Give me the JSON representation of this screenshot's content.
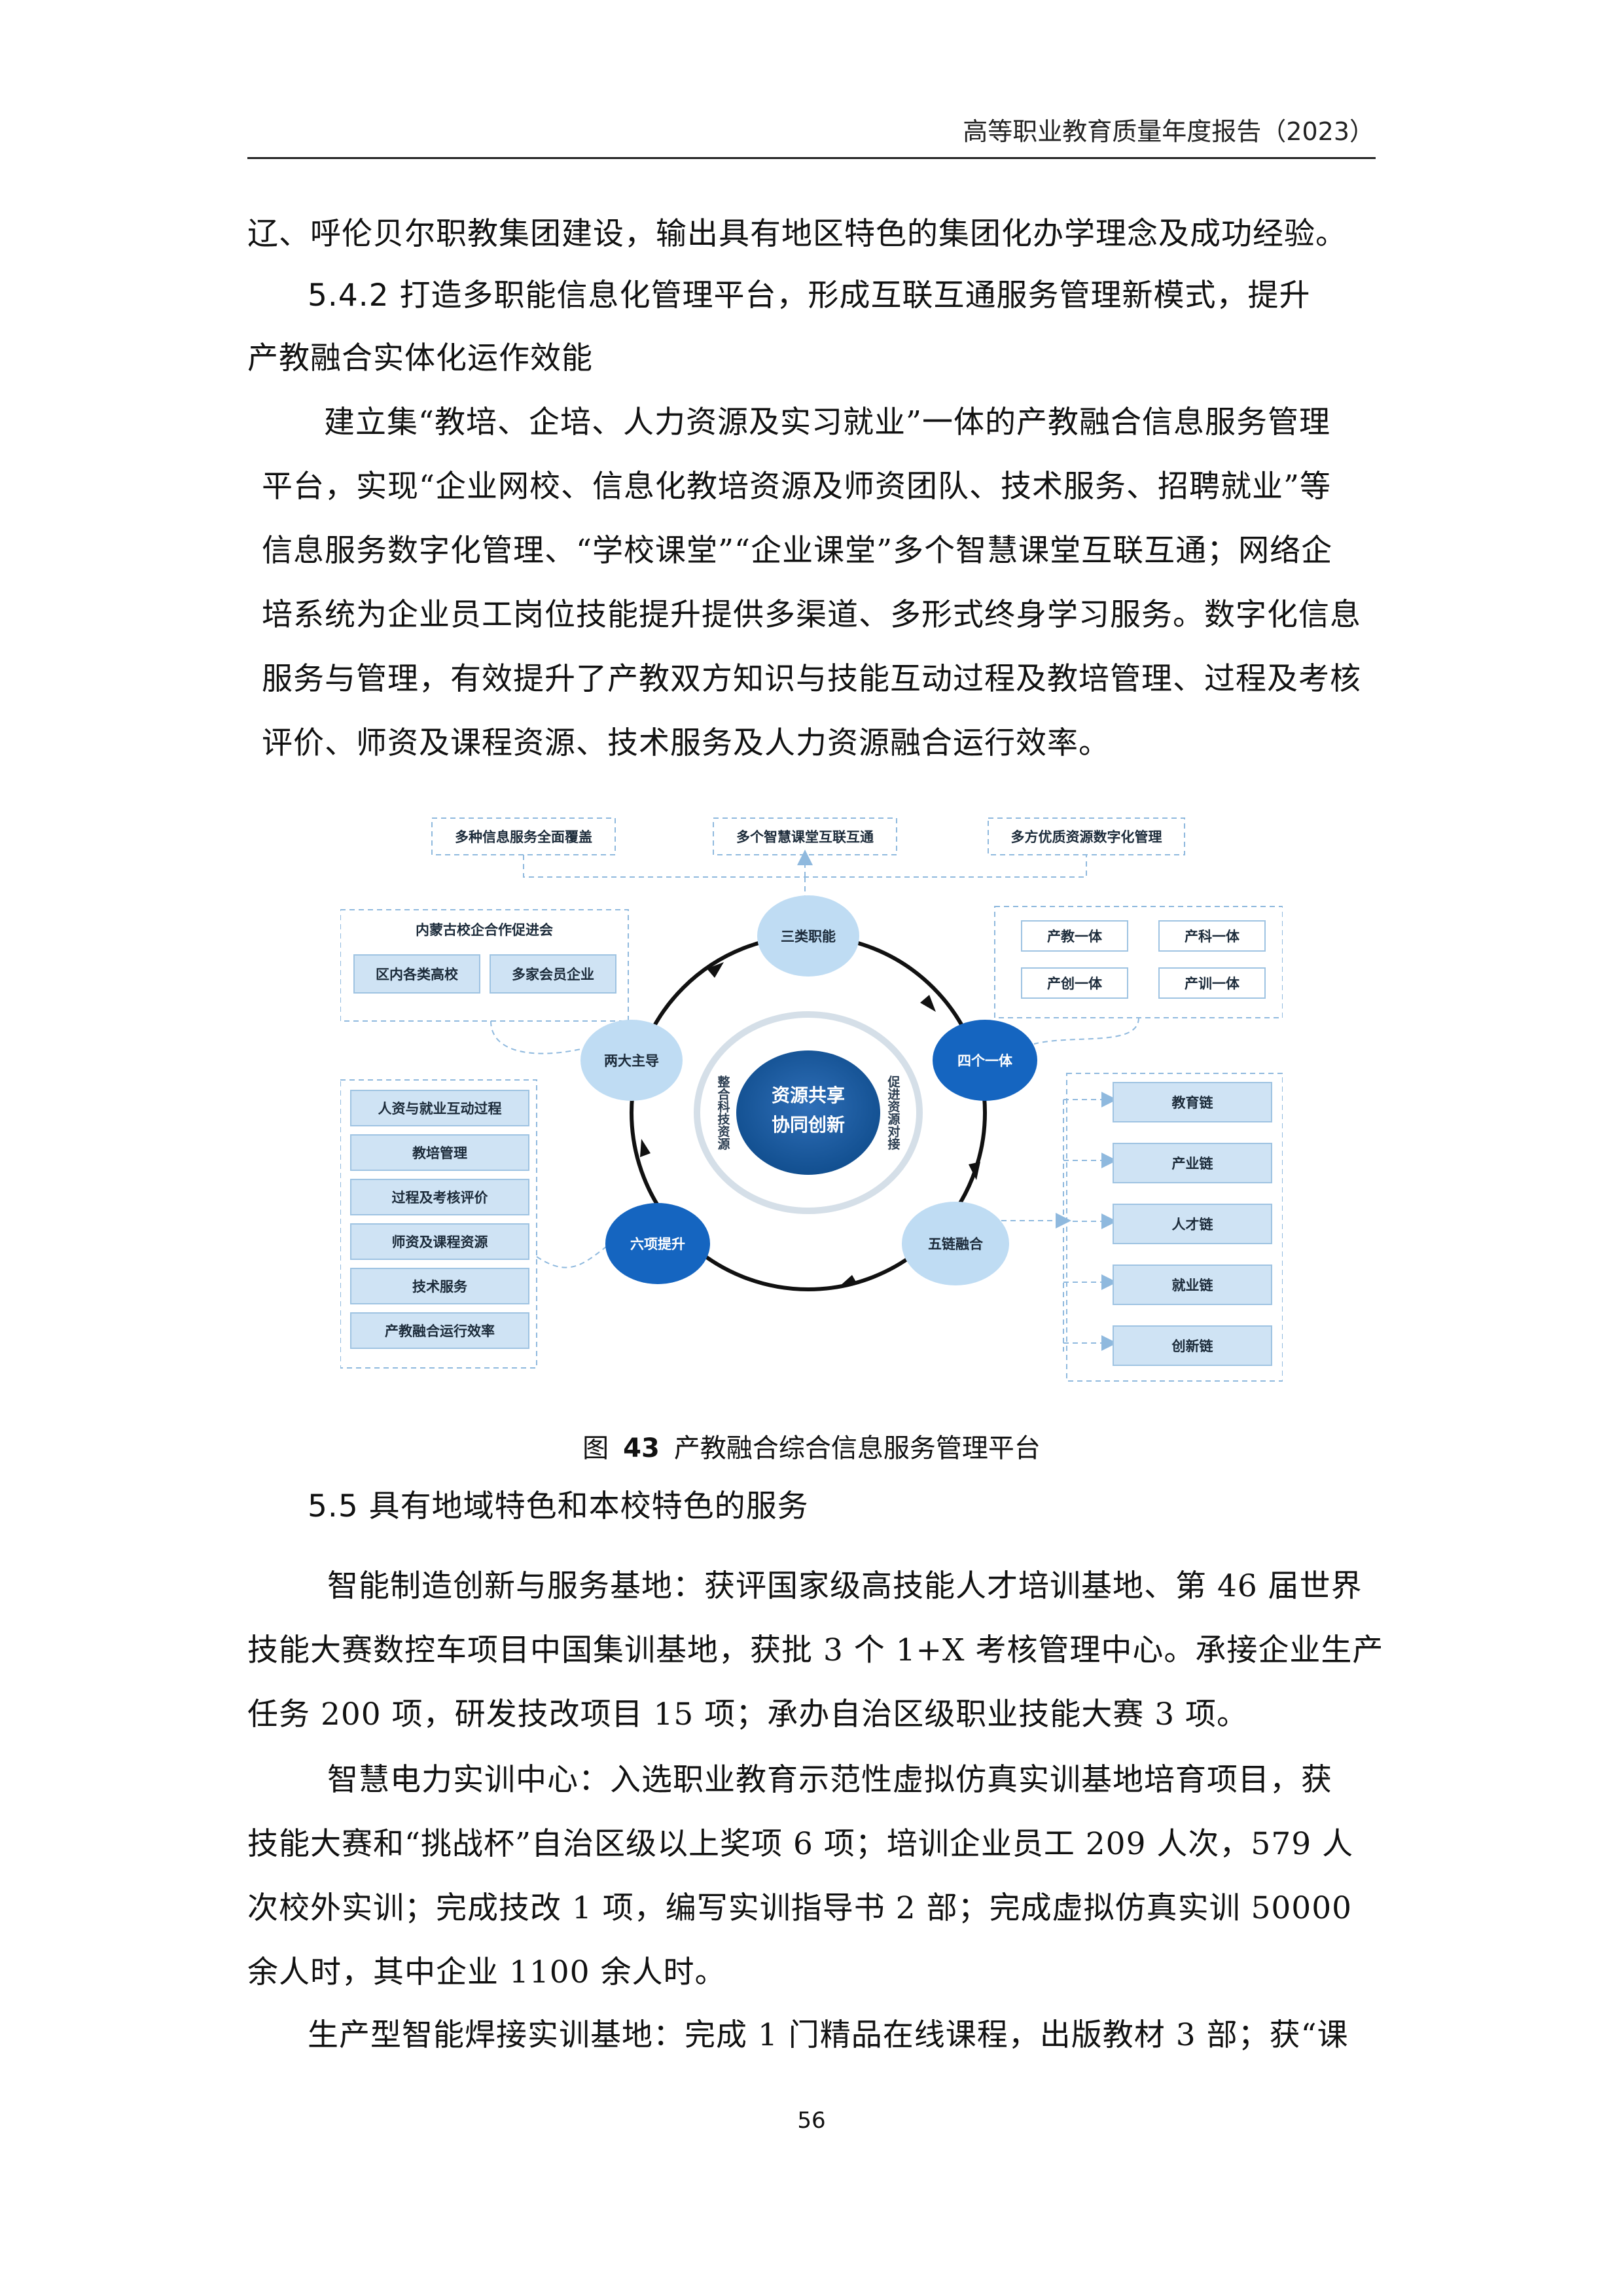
{
  "header": {
    "title": "高等职业教育质量年度报告（2023）"
  },
  "body": {
    "lines_top": [
      "辽、呼伦贝尔职教集团建设，输出具有地区特色的集团化办学理念及成功经验。"
    ],
    "heading_542": [
      "5.4.2 打造多职能信息化管理平台，形成互联互通服务管理新模式，提升",
      "产教融合实体化运作效能"
    ],
    "para_542": [
      "建立集“教培、企培、人力资源及实习就业”一体的产教融合信息服务管理",
      "平台，实现“企业网校、信息化教培资源及师资团队、技术服务、招聘就业”等",
      "信息服务数字化管理、“学校课堂”“企业课堂”多个智慧课堂互联互通；网络企",
      "培系统为企业员工岗位技能提升提供多渠道、多形式终身学习服务。数字化信息",
      "服务与管理，有效提升了产教双方知识与技能互动过程及教培管理、过程及考核",
      "评价、师资及课程资源、技术服务及人力资源融合运行效率。"
    ],
    "heading_55": "5.5 具有地域特色和本校特色的服务",
    "para_55a": [
      "智能制造创新与服务基地：获评国家级高技能人才培训基地、第 46 届世界",
      "技能大赛数控车项目中国集训基地，获批 3 个 1+X 考核管理中心。承接企业生产",
      "任务 200 项，研发技改项目 15 项；承办自治区级职业技能大赛 3 项。"
    ],
    "para_55b": [
      "智慧电力实训中心：入选职业教育示范性虚拟仿真实训基地培育项目，获",
      "技能大赛和“挑战杯”自治区级以上奖项 6 项；培训企业员工 209 人次，579 人",
      "次校外实训；完成技改 1 项，编写实训指导书 2 部；完成虚拟仿真实训 50000",
      "余人时，其中企业 1100 余人时。"
    ],
    "para_55c": [
      "生产型智能焊接实训基地：完成 1 门精品在线课程，出版教材 3 部；获“课"
    ]
  },
  "figure": {
    "top_boxes": [
      "多种信息服务全面覆盖",
      "多个智慧课堂互联互通",
      "多方优质资源数字化管理"
    ],
    "center": [
      "资源共享",
      "协同创新"
    ],
    "inner_left": "整合科技资源",
    "inner_right": "促进资源对接",
    "nodes": [
      "三类职能",
      "四个一体",
      "五链融合",
      "六项提升",
      "两大主导"
    ],
    "left_group_title": "内蒙古校企合作促进会",
    "left_group_items": [
      "区内各类高校",
      "多家会员企业"
    ],
    "right_group_items": [
      "产教一体",
      "产科一体",
      "产创一体",
      "产训一体"
    ],
    "left_list": [
      "人资与就业互动过程",
      "教培管理",
      "过程及考核评价",
      "师资及课程资源",
      "技术服务",
      "产教融合运行效率"
    ],
    "right_list": [
      "教育链",
      "产业链",
      "人才链",
      "就业链",
      "创新链"
    ],
    "colors": {
      "dark_blue": "#1565c0",
      "light_blue": "#bfdcf3",
      "border_blue": "#9ec3e2"
    }
  },
  "caption": {
    "prefix": "图",
    "number": "43",
    "text": "产教融合综合信息服务管理平台"
  },
  "page_number": "56"
}
